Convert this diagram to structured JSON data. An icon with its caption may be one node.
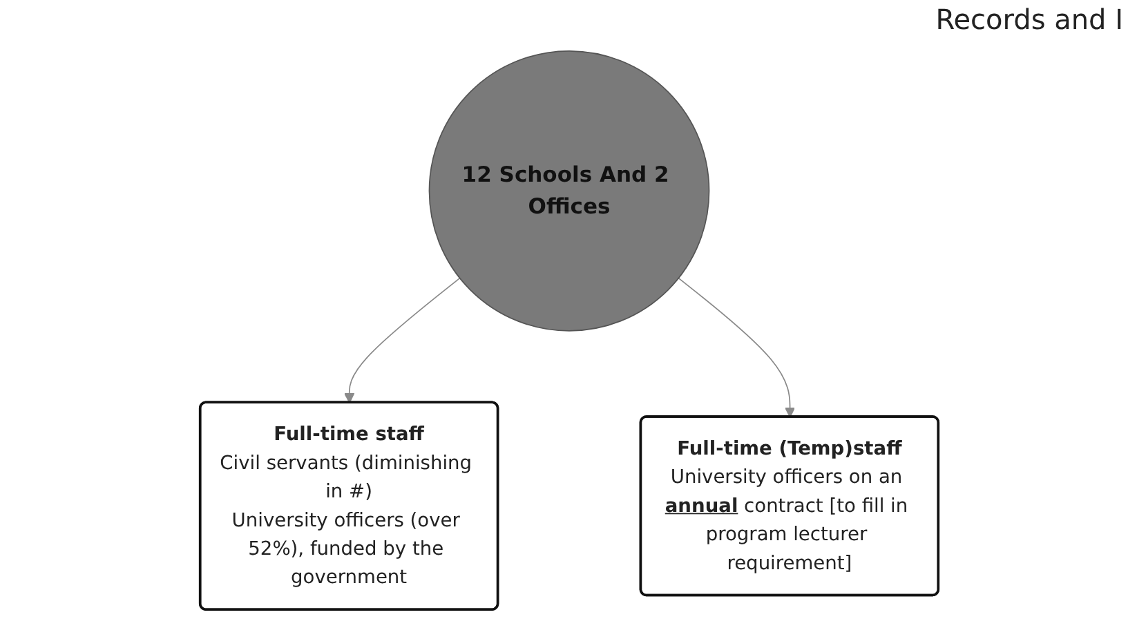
{
  "diagram": {
    "nodes": [
      {
        "text": [
          "12 Schools And 2 Offices"
        ]
      },
      {
        "text": [
          "Full-time staff",
          "Civil servants (diminishing in #)",
          "University officers (over 52%), funded by the government"
        ]
      },
      {
        "text": [
          "Full-time (Temp)staff",
          "University officers on an **annual** contract [to fill in program lecturer requirement]"
        ]
      }
    ],
    "edges": [
      {
        "from": 0,
        "to": 1,
        "arrow": "to"
      },
      {
        "from": 0,
        "to": 2,
        "arrow": "to"
      }
    ],
    "labels": [
      "Records and I"
    ]
  }
}
